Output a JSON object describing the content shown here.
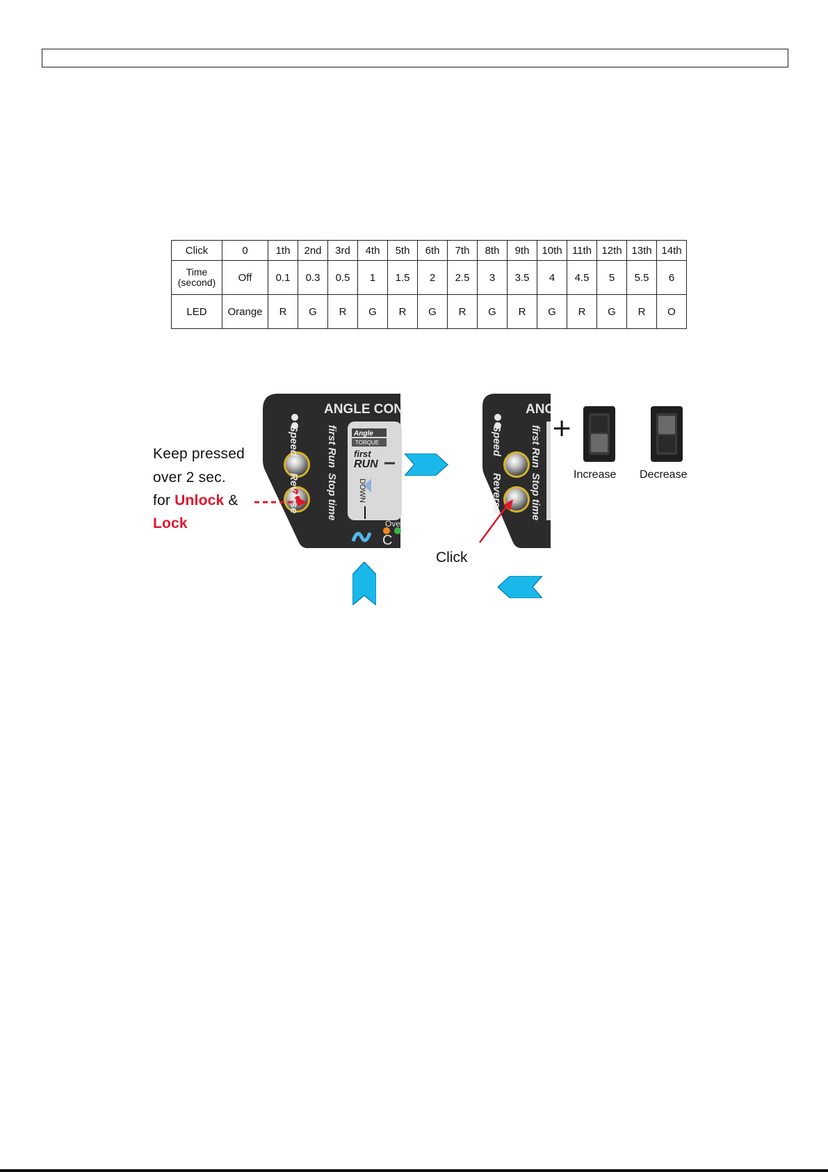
{
  "table": {
    "rows": [
      {
        "label": "Click",
        "cells": [
          "0",
          "1th",
          "2nd",
          "3rd",
          "4th",
          "5th",
          "6th",
          "7th",
          "8th",
          "9th",
          "10th",
          "11th",
          "12th",
          "13th",
          "14th"
        ]
      },
      {
        "label": "Time (second)",
        "label_line1": "Time",
        "label_line2": "(second)",
        "cells": [
          "Off",
          "0.1",
          "0.3",
          "0.5",
          "1",
          "1.5",
          "2",
          "2.5",
          "3",
          "3.5",
          "4",
          "4.5",
          "5",
          "5.5",
          "6"
        ]
      },
      {
        "label": "LED",
        "cells": [
          "Orange",
          "R",
          "G",
          "R",
          "G",
          "R",
          "G",
          "R",
          "G",
          "R",
          "G",
          "R",
          "G",
          "R",
          "O"
        ]
      }
    ]
  },
  "instruction": {
    "line1": "Keep pressed",
    "line2": "over 2 sec.",
    "for": "for",
    "unlock": "Unlock",
    "amp": "&",
    "lock": "Lock"
  },
  "panel_left": {
    "title": "ANGLE CON",
    "speed": "Speed",
    "reverse": "Reverse",
    "first_run": "first Run",
    "stop_time": "Stop time",
    "angle_badge": "Angle",
    "torque_badge": "TORQUE",
    "first": "first",
    "run": "RUN",
    "down": "DOWN",
    "ove": "Ove",
    "c": "C"
  },
  "panel_right": {
    "title": "ANC",
    "speed": "Speed",
    "reverse": "Reverse",
    "first_run": "first Run",
    "stop_time": "Stop time"
  },
  "click_label": "Click",
  "plus_sign": "+",
  "switch_increase": "Increase",
  "switch_decrease": "Decrease",
  "colors": {
    "accent_red": "#e1162b",
    "arrow_blue": "#1ab8ea",
    "panel_dark": "#2b2b2b"
  }
}
